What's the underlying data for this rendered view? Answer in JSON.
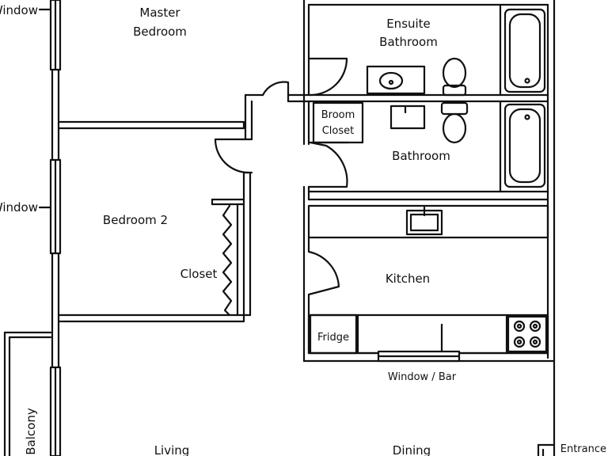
{
  "colors": {
    "wall": "#111111",
    "background": "#ffffff"
  },
  "rooms": {
    "master_bedroom": [
      "Master",
      "Bedroom"
    ],
    "ensuite_bathroom": [
      "Ensuite",
      "Bathroom"
    ],
    "broom_closet": [
      "Broom",
      "Closet"
    ],
    "bathroom": "Bathroom",
    "bedroom_2": "Bedroom 2",
    "closet": "Closet",
    "kitchen": "Kitchen",
    "fridge": "Fridge",
    "window_bar": "Window / Bar",
    "balcony": "Balcony",
    "living": "Living",
    "dining": "Dining",
    "entrance": "Entrance"
  },
  "window_labels": {
    "top": "Window",
    "middle": "Window"
  }
}
